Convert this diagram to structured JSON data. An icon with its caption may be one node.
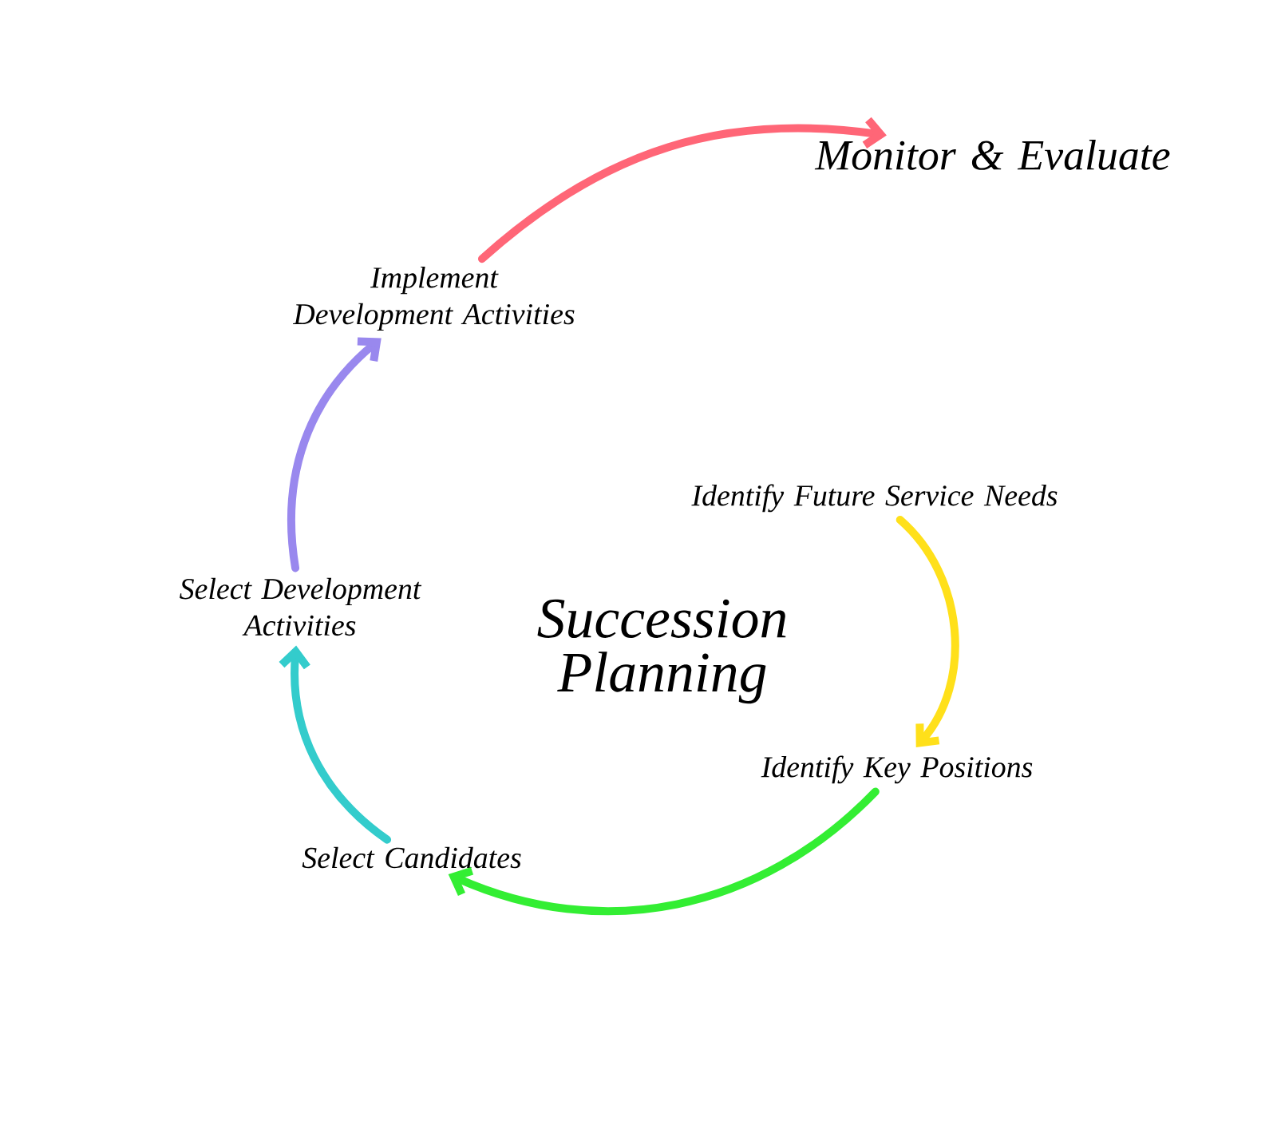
{
  "diagram": {
    "title": "Succession Planning",
    "nodes": [
      {
        "text": [
          "Identify Future Service Needs"
        ]
      },
      {
        "text": [
          "Identify Key Positions"
        ]
      },
      {
        "text": [
          "Select Candidates"
        ]
      },
      {
        "text": [
          "Select Development Activities"
        ]
      },
      {
        "text": [
          "Implement Development Activities"
        ]
      },
      {
        "text": [
          "Monitor & Evaluate"
        ]
      }
    ],
    "edges": [
      {
        "from": 0,
        "to": 1,
        "arrow": "to",
        "color": "#ffe01a"
      },
      {
        "from": 1,
        "to": 2,
        "arrow": "to",
        "color": "#33ee33"
      },
      {
        "from": 2,
        "to": 3,
        "arrow": "to",
        "color": "#33cccc"
      },
      {
        "from": 3,
        "to": 4,
        "arrow": "to",
        "color": "#9988ee"
      },
      {
        "from": 4,
        "to": 5,
        "arrow": "to",
        "color": "#ff6677"
      }
    ]
  }
}
